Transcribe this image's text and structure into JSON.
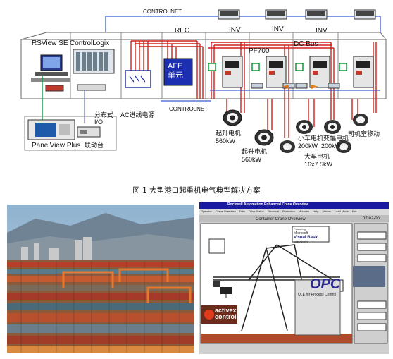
{
  "diagram": {
    "labels": {
      "controlnet_top": "CONTROLNET",
      "rsview": "RSView SE",
      "controllogix": "ControlLogix",
      "rec": "REC",
      "inv1": "INV",
      "inv2": "INV",
      "inv3": "INV",
      "dcbus": "DC Bus",
      "pf700": "PF700",
      "afe": "AFE\n单元",
      "ac_power": "AC进线电源",
      "controlnet_bottom": "CONTROLNET",
      "distributed_io": "分布式\nI/O",
      "panelview": "PanelView Plus",
      "console": "联动台",
      "hoist_motor_1": "起升电机\n560kW",
      "hoist_motor_2": "起升电机\n560kW",
      "trolley_motor": "小车电机变幅电机\n200kW  200kW",
      "gantry_motor": "大车电机\n16x7.5kW",
      "cab_move": "司机室移动"
    }
  },
  "caption": "图 1  大型港口起重机电气典型解决方案",
  "hmi": {
    "header": "Rockwell Automation Enhanced Crane Overview",
    "window_title": "Container Crane Overview",
    "time": "07-02-00",
    "vb_logo_small": "Featuring",
    "vb_logo_main": "Microsoft",
    "vb_logo_vb": "Visual Basic",
    "vb_logo_tech": "Technology",
    "opc_main": "OPC",
    "opc_sub": "OLE for Process Control",
    "activex_line1": "activex",
    "activex_line2": "controls",
    "menu_items": [
      "Operator",
      "Crane Overview",
      "Tabs",
      "Drive Status",
      "Electrical",
      "Protection",
      "Modules",
      "Help",
      "Alarms",
      "Load Mode",
      "Exit"
    ],
    "colors": {
      "hmi_bg": "#ffffff",
      "panel_bg": "#cfcfcf",
      "title_bar": "#1a1aa0",
      "accent_red": "#cc2a1a"
    }
  }
}
